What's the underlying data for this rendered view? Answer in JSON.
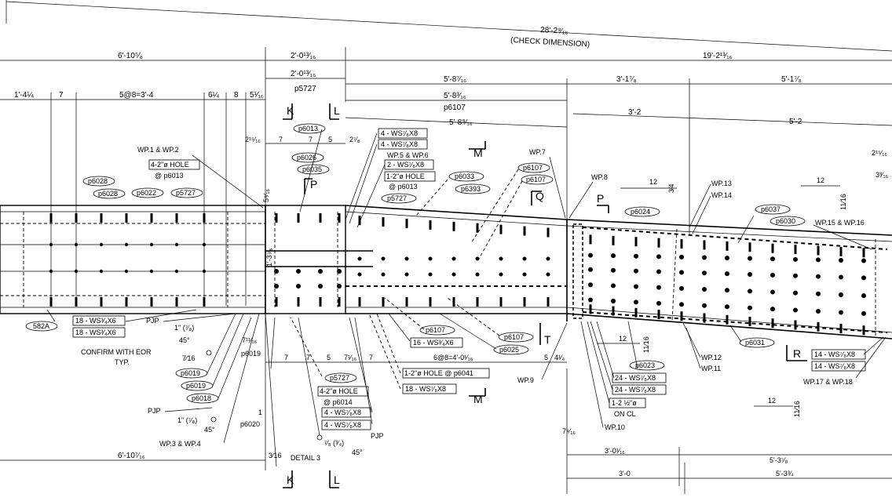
{
  "dims": {
    "overall": "28'-2⁹⁄₁₆",
    "check": "(CHECK DIMENSION)",
    "left_top": "6'-10⁵⁄₈",
    "mid_a": "2'-0¹³⁄₁₆",
    "mid_b": "2'-0¹³⁄₁₆",
    "right_top": "19'-2¹³⁄₁₆",
    "r1": "5'-8⁷⁄₁₆",
    "r2": "3'-1⁷⁄₈",
    "r3": "5'-1⁷⁄₈",
    "r4": "5'-8³⁄₁₆",
    "r5": "5'-8⁹⁄₁₆",
    "r6": "3'-2",
    "r7": "5'-2",
    "r8": "2¹⁵⁄₁₆",
    "r9": "3³⁄₁₆",
    "row_left": [
      "1'-4¼",
      "7",
      "5@8=3'-4",
      "6¼",
      "8",
      "5¹⁄₁₆"
    ],
    "row_mid": [
      "2¹⁵⁄₁₆",
      "7",
      "7",
      "5",
      "2⁷⁄₈"
    ],
    "side_a": "5⁹⁄₁₆",
    "side_b": "1'-3⁷⁄₈",
    "bot_row": [
      "7¹¹⁄₁₆",
      "7",
      "7",
      "5",
      "7¹⁄₁₆",
      "7"
    ],
    "bot_mid": "6@8=4'-0¹⁄₁₆",
    "bot_r": [
      "5",
      "4¹⁄₄"
    ],
    "bot_left": "6'-10⁷⁄₁₆",
    "bot_a": "3⁄16",
    "bot_b": "1",
    "bot_c": "7⁹⁄₁₆",
    "bot_r1": "3'-0¹⁄₁₆",
    "bot_r2": "5'-3⁷⁄₈",
    "bot_r3": "3'-0",
    "bot_r4": "5'-3¾"
  },
  "pieces": {
    "p5727": "p5727",
    "p6107": "p6107",
    "p6013": "p6013",
    "p6026": "p6026",
    "p6035": "p6035",
    "p6028": "p6028",
    "p6022": "p6022",
    "p6033": "p6033",
    "p6393": "p6393",
    "p6024": "p6024",
    "p6037": "p6037",
    "p6030": "p6030",
    "p6019": "p6019",
    "p6018": "p6018",
    "p6020": "p6020",
    "p6025": "p6025",
    "p6041": "p6041",
    "p6014": "p6014",
    "p6023": "p6023",
    "p6031": "p6031",
    "m582A": "582A"
  },
  "welds": {
    "ws4x8": "4 - WS⁷⁄₈X8",
    "ws2x8": "2 - WS⁷⁄₈X8",
    "ws18_34": "18 - WS³⁄₄X6",
    "ws16_34": "16 - WS³⁄₄X6",
    "ws18_78": "18 - WS⁷⁄₈X8",
    "ws24": "24 - WS⁷⁄₈X8",
    "ws14": "14 - WS⁷⁄₈X8"
  },
  "holes": {
    "h42": "4-2\"ø HOLE",
    "h12": "1-2\"ø HOLE",
    "at6013": "@ p6013",
    "at6014": "@ p6014",
    "h12_6041": "1-2\"ø HOLE @ p6041",
    "h1_12": "1-2 ½\"ø",
    "on_cl": "ON CL"
  },
  "wp": {
    "wp12": "WP.1 & WP.2",
    "wp56": "WP.5 & WP.6",
    "wp7": "WP.7",
    "wp8": "WP.8",
    "wp13": "WP.13",
    "wp14": "WP.14",
    "wp1516": "WP.15 & WP.16",
    "wp34": "WP.3 & WP.4",
    "wp9": "WP.9",
    "wp10": "WP.10",
    "wp11": "WP.11",
    "wp12b": "WP.12",
    "wp1718": "WP.17 & WP.18"
  },
  "notes": {
    "pjp": "PJP",
    "weld_a": "1\" (⁷⁄₈)",
    "deg45": "45°",
    "frac716": "7⁄16",
    "frac78": "⁷⁄₈ (³⁄₄)",
    "confirm": "CONFIRM WITH EOR",
    "typ": "TYP.",
    "detail": "DETAIL  3",
    "slope_12": "12",
    "slope_34": "3⁄4",
    "slope_1116": "11⁄16"
  },
  "sections": {
    "K": "K",
    "L": "L",
    "M": "M",
    "P": "P",
    "Q": "Q",
    "R": "R",
    "T": "T"
  }
}
